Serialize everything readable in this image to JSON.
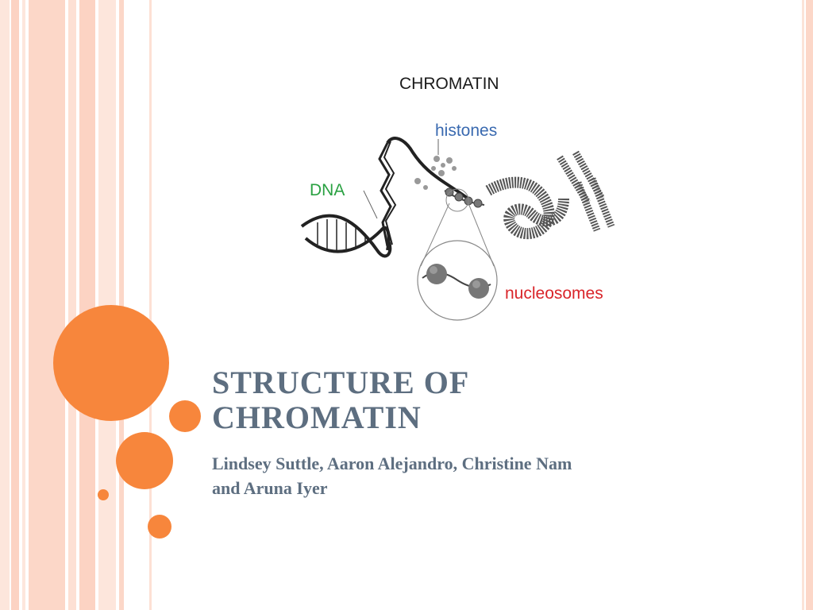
{
  "slide": {
    "title_line1": "STRUCTURE OF",
    "title_line2": "CHROMATIN",
    "authors_line1": "Lindsey Suttle, Aaron Alejandro, Christine Nam",
    "authors_line2": "and Aruna Iyer"
  },
  "figure": {
    "heading": "CHROMATIN",
    "label_histones": "histones",
    "label_dna": "DNA",
    "label_nucleosomes": "nucleosomes"
  },
  "colors": {
    "accent_orange": "#f7863c",
    "stripe_pink": "#fcd3c3",
    "title_slate": "#5d6e80",
    "histones_blue": "#3a6ab0",
    "dna_green": "#2aa142",
    "nucleosomes_red": "#d9252a"
  }
}
